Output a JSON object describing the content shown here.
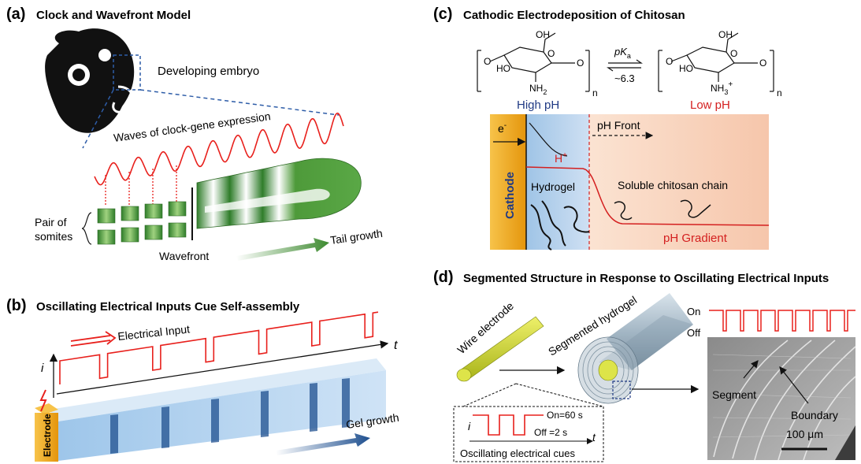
{
  "panels": {
    "a": {
      "label": "(a)",
      "title": "Clock and Wavefront Model",
      "developing_embryo": "Developing embryo",
      "waves_label": "Waves of clock-gene expression",
      "pair_label_1": "Pair of",
      "pair_label_2": "somites",
      "wavefront_label": "Wavefront",
      "tail_growth_label": "Tail growth"
    },
    "b": {
      "label": "(b)",
      "title": "Oscillating Electrical Inputs Cue Self-assembly",
      "electrical_input_label": "Electrical Input",
      "i_label": "i",
      "t_label": "t",
      "electrode_label": "Electrode",
      "gel_growth_label": "Gel growth"
    },
    "c": {
      "label": "(c)",
      "title": "Cathodic Electrodeposition of Chitosan",
      "pka_label": "pK",
      "pka_sub": "a",
      "pka_value": "~6.3",
      "high_ph": "High pH",
      "low_ph": "Low pH",
      "e_minus": "e",
      "h_plus": "H",
      "ph_front": "pH Front",
      "cathode_label": "Cathode",
      "hydrogel_label": "Hydrogel",
      "soluble_chain": "Soluble chitosan chain",
      "ph_gradient": "pH Gradient",
      "oh_left": "OH",
      "ho_left": "HO",
      "nh2": "NH",
      "nh2_sub": "2",
      "oh_right": "OH",
      "ho_right": "HO",
      "nh3": "NH",
      "nh3_sub": "3",
      "n_left": "n",
      "n_right": "n",
      "o_ring": "O",
      "o_link": "O"
    },
    "d": {
      "label": "(d)",
      "title": "Segmented Structure in Response to Oscillating Electrical Inputs",
      "wire_electrode": "Wire electrode",
      "segmented_hydrogel": "Segmented hydrogel",
      "on_label": "On",
      "off_label": "Off",
      "segment_label": "Segment",
      "boundary_label": "Boundary",
      "scale_bar": "100 μm",
      "inset_i": "i",
      "inset_t": "t",
      "inset_on": "On=60 s",
      "inset_off": "Off =2 s",
      "oscillating_cues": "Oscillating electrical cues"
    }
  },
  "colors": {
    "red_wave": "#e8201c",
    "green_somite": "#3d8a2f",
    "blue_gel": "#1e4f8f",
    "cathode_orange": "#f0a21c",
    "high_ph_blue": "#203a84",
    "low_ph_red": "#d42020",
    "wire_yellow": "#c8d624"
  }
}
